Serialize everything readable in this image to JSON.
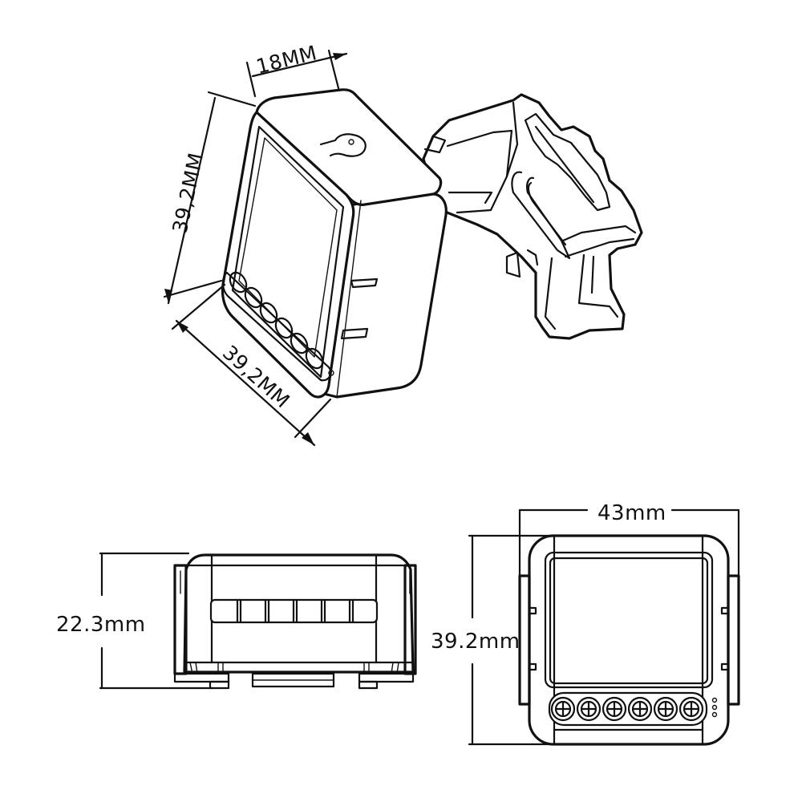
{
  "figure": {
    "subject": "Smart switch module dimension drawing",
    "colors": {
      "line": "#111111",
      "background": "#ffffff"
    },
    "views": {
      "isometric": {
        "name": "isometric view with mounting bracket",
        "dimensions": {
          "depth": "18MM",
          "height": "39,2MM",
          "width": "39,2MM"
        },
        "terminal_count": 6,
        "top_icon": "touch-hand-icon"
      },
      "side": {
        "name": "side view",
        "dimensions": {
          "height": "22.3mm"
        },
        "terminal_slots": 6
      },
      "front": {
        "name": "front view",
        "dimensions": {
          "width": "43mm",
          "height": "39.2mm"
        },
        "terminal_count": 6
      }
    }
  }
}
